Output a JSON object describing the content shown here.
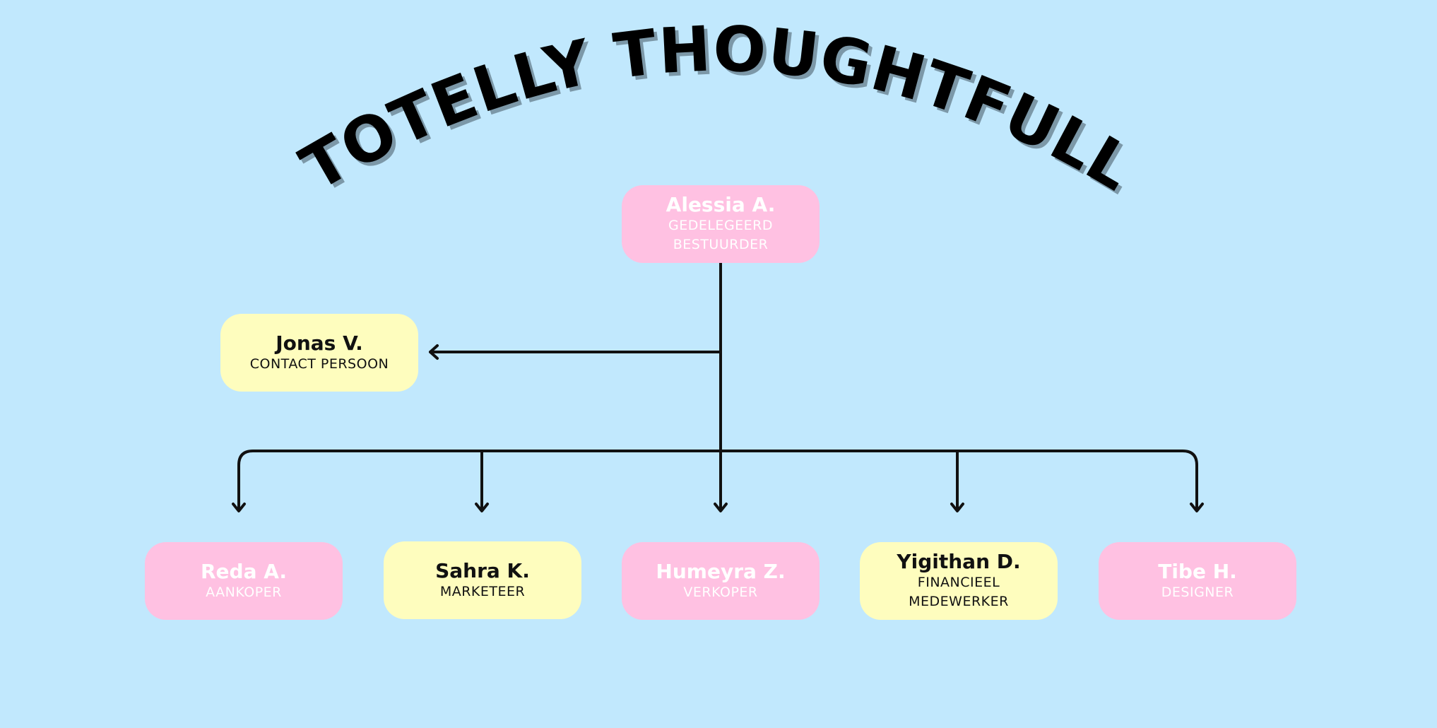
{
  "title": "TOTELLY THOUGHTFULL",
  "colors": {
    "background": "#c1e8fd",
    "pink_box": "#ffc1e2",
    "yellow_box": "#fefdbe",
    "connector": "#111111",
    "title_fill": "#000000",
    "title_shadow": "#7c98a8"
  },
  "ceo": {
    "name": "Alessia A.",
    "role": "GEDELEGEERD BESTUURDER",
    "color": "pink"
  },
  "contact": {
    "name": "Jonas V.",
    "role": "CONTACT PERSOON",
    "color": "yellow"
  },
  "staff": [
    {
      "name": "Reda A.",
      "role": "AANKOPER",
      "color": "pink"
    },
    {
      "name": "Sahra K.",
      "role": "MARKETEER",
      "color": "yellow"
    },
    {
      "name": "Humeyra Z.",
      "role": "VERKOPER",
      "color": "pink"
    },
    {
      "name": "Yigithan D.",
      "role": "FINANCIEEL MEDEWERKER",
      "color": "yellow"
    },
    {
      "name": "Tibe H.",
      "role": "DESIGNER",
      "color": "pink"
    }
  ]
}
